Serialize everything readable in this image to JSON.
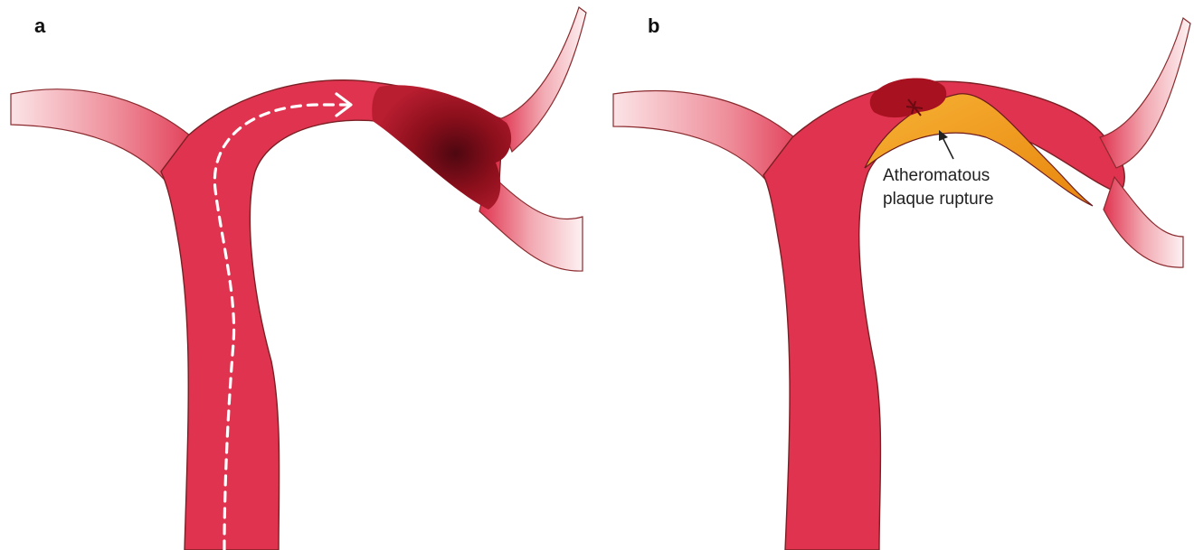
{
  "panels": [
    {
      "label": "a"
    },
    {
      "label": "b",
      "annotation": {
        "line1": "Atheromatous",
        "line2": "plaque rupture"
      }
    }
  ],
  "colors": {
    "artery": "#e0334f",
    "artery_outline": "#7a1f24",
    "clot": "#8c0f1c",
    "plaque": "#f2a01c"
  }
}
